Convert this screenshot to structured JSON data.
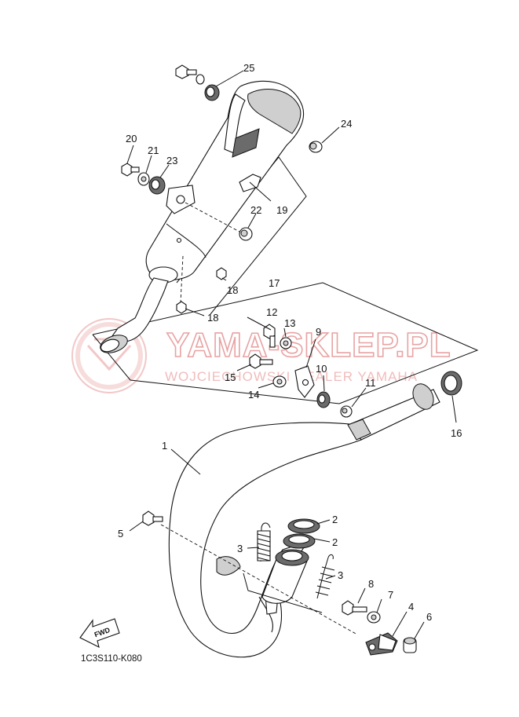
{
  "diagram": {
    "catalog_code": "1C3S110-K080",
    "fwd_label": "FWD",
    "callouts": [
      {
        "id": "c1",
        "text": "1"
      },
      {
        "id": "c2a",
        "text": "2"
      },
      {
        "id": "c2b",
        "text": "2"
      },
      {
        "id": "c3a",
        "text": "3"
      },
      {
        "id": "c3b",
        "text": "3"
      },
      {
        "id": "c4",
        "text": "4"
      },
      {
        "id": "c5",
        "text": "5"
      },
      {
        "id": "c6",
        "text": "6"
      },
      {
        "id": "c7",
        "text": "7"
      },
      {
        "id": "c8",
        "text": "8"
      },
      {
        "id": "c9",
        "text": "9"
      },
      {
        "id": "c10",
        "text": "10"
      },
      {
        "id": "c11",
        "text": "11"
      },
      {
        "id": "c12",
        "text": "12"
      },
      {
        "id": "c13",
        "text": "13"
      },
      {
        "id": "c14",
        "text": "14"
      },
      {
        "id": "c15",
        "text": "15"
      },
      {
        "id": "c16",
        "text": "16"
      },
      {
        "id": "c17",
        "text": "17"
      },
      {
        "id": "c18a",
        "text": "18"
      },
      {
        "id": "c18b",
        "text": "18"
      },
      {
        "id": "c19",
        "text": "19"
      },
      {
        "id": "c20",
        "text": "20"
      },
      {
        "id": "c21",
        "text": "21"
      },
      {
        "id": "c22",
        "text": "22"
      },
      {
        "id": "c23",
        "text": "23"
      },
      {
        "id": "c24",
        "text": "24"
      },
      {
        "id": "c25",
        "text": "25"
      }
    ]
  },
  "watermark": {
    "title": "YAMA-SKLEP.PL",
    "subtitle": "WOJCIECHOWSKI DEALER YAMAHA"
  }
}
